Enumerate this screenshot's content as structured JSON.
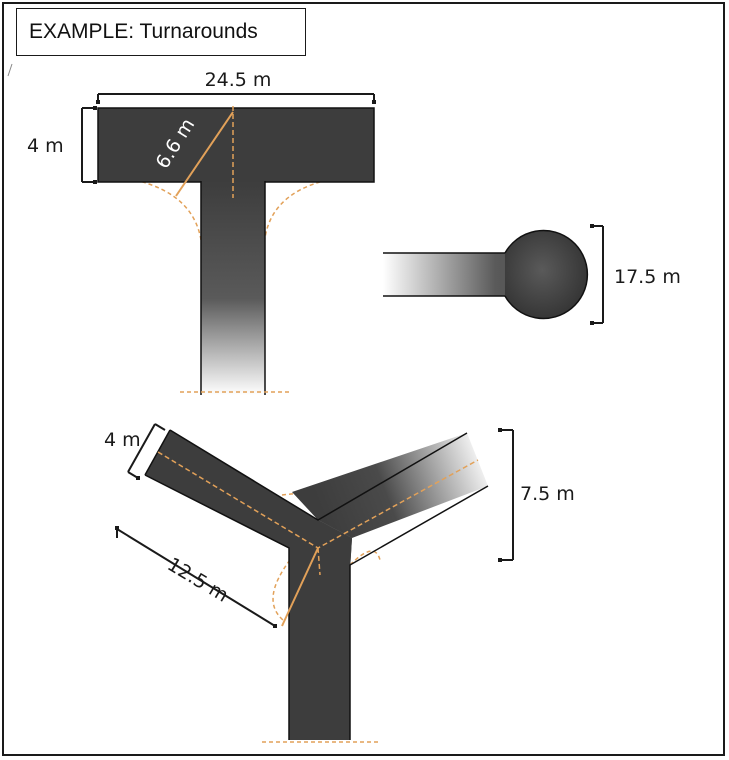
{
  "title": "EXAMPLE: Turnarounds",
  "colors": {
    "road": "#3d3d3d",
    "guide": "#e2a159",
    "dimension": "#1a1a1a"
  },
  "t_turnaround": {
    "width_label": "24.5 m",
    "depth_label": "4 m",
    "radius_label": "6.6 m"
  },
  "cul_de_sac": {
    "diameter_label": "17.5 m"
  },
  "y_turnaround": {
    "width_label": "4 m",
    "length_label": "12.5 m",
    "height_label": "7.5 m"
  }
}
